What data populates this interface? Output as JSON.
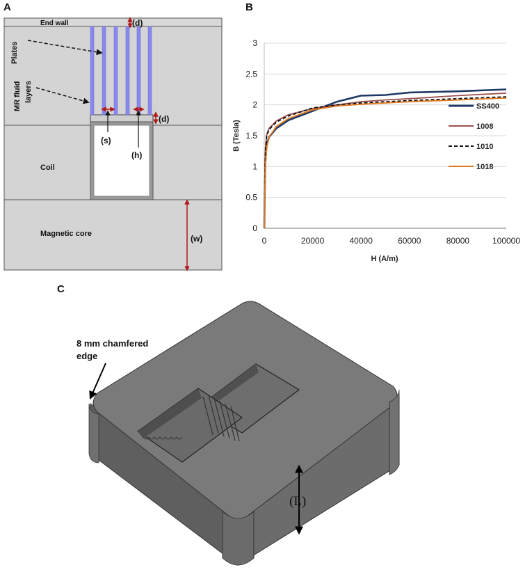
{
  "panels": {
    "a": "A",
    "b": "B",
    "c": "C"
  },
  "panel_a": {
    "end_wall": "End wall",
    "plates": "Plates",
    "mr_fluid_line1": "MR fluid",
    "mr_fluid_line2": "layers",
    "coil": "Coil",
    "magnetic_core": "Magnetic core",
    "d_top": "(d)",
    "d_mid": "(d)",
    "s": "(s)",
    "h": "(h)",
    "w": "(w)",
    "colors": {
      "background": "#d4d4d4",
      "plate": "#8888ee",
      "dimension": "#b01818",
      "coil": "#ffffff"
    }
  },
  "chart_data": {
    "type": "line",
    "xlabel": "H (A/m)",
    "ylabel": "B (Tesla)",
    "xlim": [
      0,
      100000
    ],
    "ylim": [
      0,
      3
    ],
    "x_ticks": [
      "0",
      "20000",
      "40000",
      "60000",
      "80000",
      "100000"
    ],
    "y_ticks": [
      "0",
      "0.5",
      "1",
      "1.5",
      "2",
      "2.5",
      "3"
    ],
    "grid": "horizontal",
    "legend_position": "right",
    "series": [
      {
        "name": "SS400",
        "color": "#1f3864",
        "dash": "solid",
        "x": [
          0,
          200,
          500,
          1000,
          2000,
          5000,
          10000,
          20000,
          30000,
          40000,
          50000,
          60000,
          80000,
          100000
        ],
        "y": [
          0,
          0.6,
          1.1,
          1.35,
          1.48,
          1.62,
          1.75,
          1.9,
          2.05,
          2.15,
          2.16,
          2.2,
          2.22,
          2.25
        ]
      },
      {
        "name": "1008",
        "color": "#9e5050",
        "dash": "solid",
        "x": [
          0,
          200,
          500,
          1000,
          2000,
          5000,
          10000,
          20000,
          30000,
          40000,
          50000,
          60000,
          80000,
          100000
        ],
        "y": [
          0,
          0.8,
          1.3,
          1.52,
          1.62,
          1.74,
          1.84,
          1.94,
          2.0,
          2.05,
          2.08,
          2.1,
          2.15,
          2.19
        ]
      },
      {
        "name": "1010",
        "color": "#111111",
        "dash": "dashed",
        "x": [
          0,
          200,
          500,
          1000,
          2000,
          5000,
          10000,
          20000,
          30000,
          40000,
          50000,
          60000,
          80000,
          100000
        ],
        "y": [
          0,
          0.7,
          1.25,
          1.5,
          1.6,
          1.72,
          1.82,
          1.95,
          2.0,
          2.03,
          2.05,
          2.07,
          2.1,
          2.13
        ]
      },
      {
        "name": "1018",
        "color": "#e07b20",
        "dash": "solid",
        "x": [
          0,
          200,
          500,
          1000,
          2000,
          5000,
          10000,
          20000,
          30000,
          40000,
          50000,
          60000,
          80000,
          100000
        ],
        "y": [
          0,
          0.5,
          1.0,
          1.3,
          1.48,
          1.65,
          1.78,
          1.92,
          1.98,
          2.01,
          2.03,
          2.05,
          2.08,
          2.11
        ]
      }
    ]
  },
  "panel_c": {
    "chamfer_label_line1": "8 mm chamfered",
    "chamfer_label_line2": "edge",
    "length_label": "(L)",
    "colors": {
      "top": "#7a7a7a",
      "front": "#5f5f5f",
      "right": "#6c6c6c",
      "edge": "#2a2a2a"
    }
  }
}
